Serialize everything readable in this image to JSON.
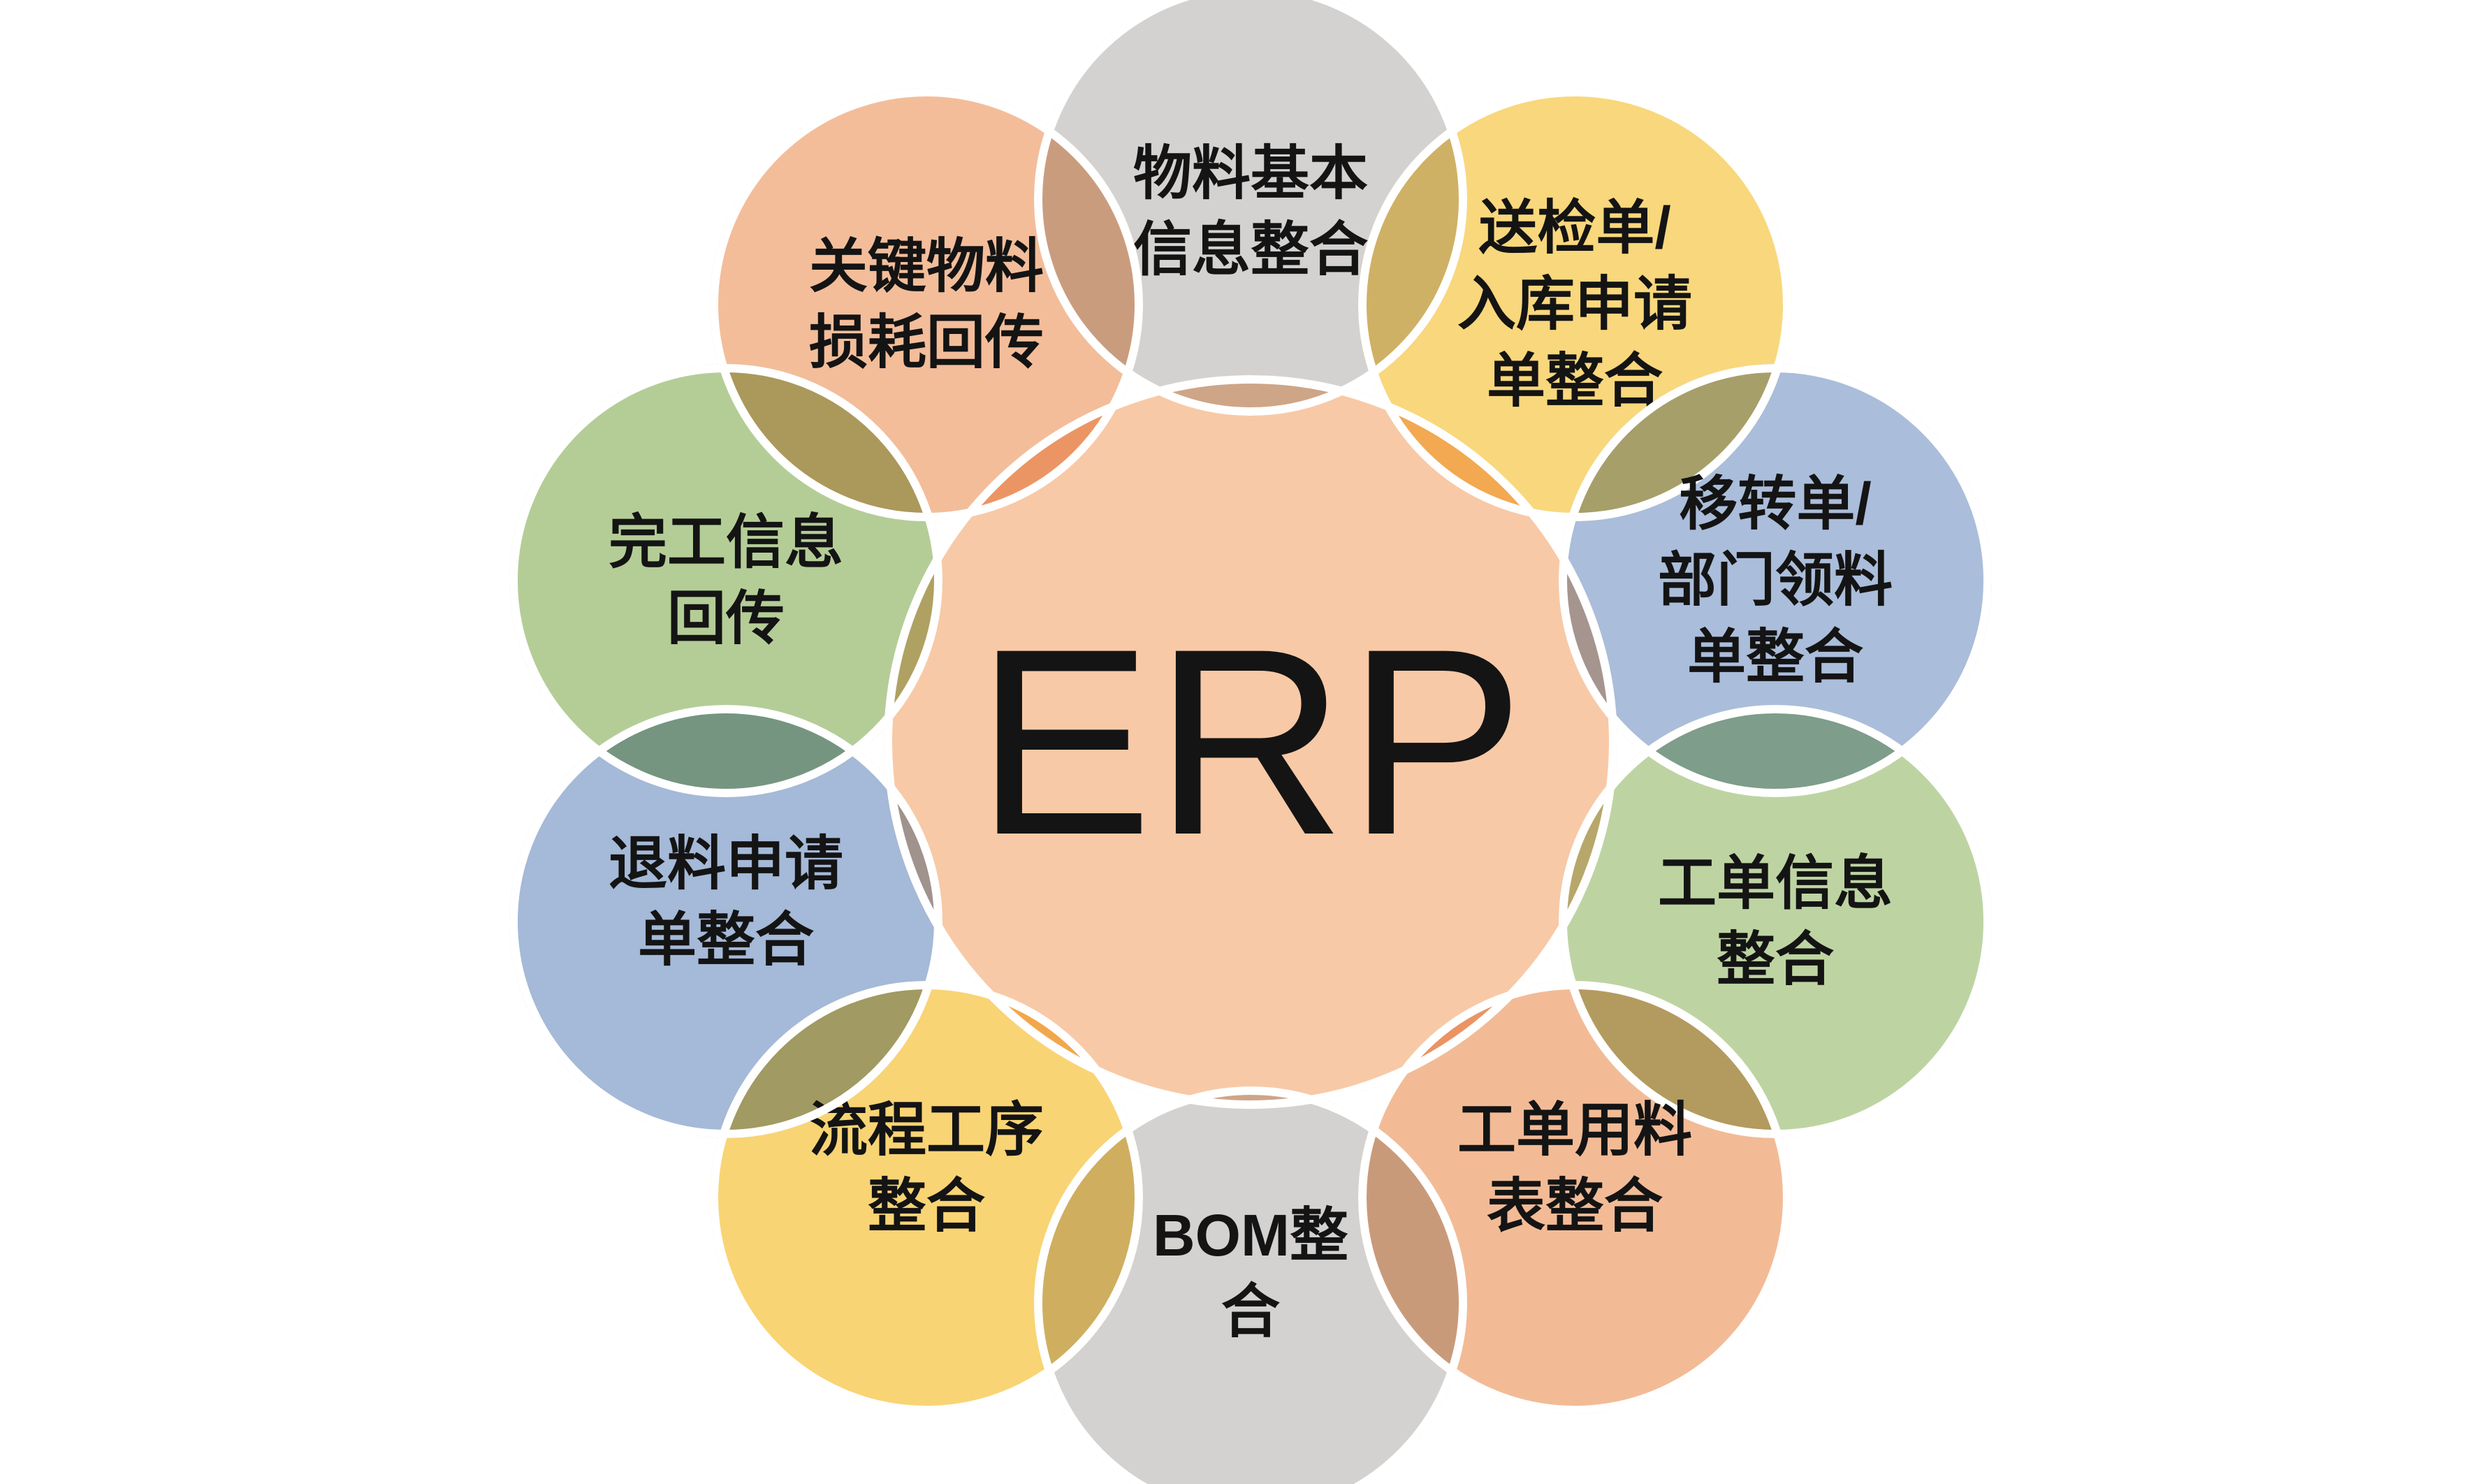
{
  "diagram": {
    "background": "#ffffff",
    "text_color": "#141414",
    "center": {
      "label": "ERP",
      "color": "#f8c9a6"
    },
    "satellites": [
      {
        "name": "material-basic-info-integration",
        "label": "物料基本\n信息整合",
        "color": "#d4d2d0"
      },
      {
        "name": "inspection-and-warehousing-request-integration",
        "label": "送检单/\n入库申请\n单整合",
        "color": "#f9d77c"
      },
      {
        "name": "transfer-and-department-picking-integration",
        "label": "移转单/\n部门领料\n单整合",
        "color": "#aabdda"
      },
      {
        "name": "work-order-info-integration",
        "label": "工单信息\n整合",
        "color": "#bdd4a2"
      },
      {
        "name": "work-order-material-list-integration",
        "label": "工单用料\n表整合",
        "color": "#f2bb96"
      },
      {
        "name": "bom-integration",
        "label": "BOM整\n合",
        "color": "#d4d2d0"
      },
      {
        "name": "process-route-integration",
        "label": "流程工序\n整合",
        "color": "#f9d474"
      },
      {
        "name": "material-return-request-integration",
        "label": "退料申请\n单整合",
        "color": "#a5b9d8"
      },
      {
        "name": "completion-info-feedback",
        "label": "完工信息\n回传",
        "color": "#b4cd97"
      },
      {
        "name": "key-material-loss-feedback",
        "label": "关键物料\n损耗回传",
        "color": "#f3bd9a"
      }
    ]
  }
}
